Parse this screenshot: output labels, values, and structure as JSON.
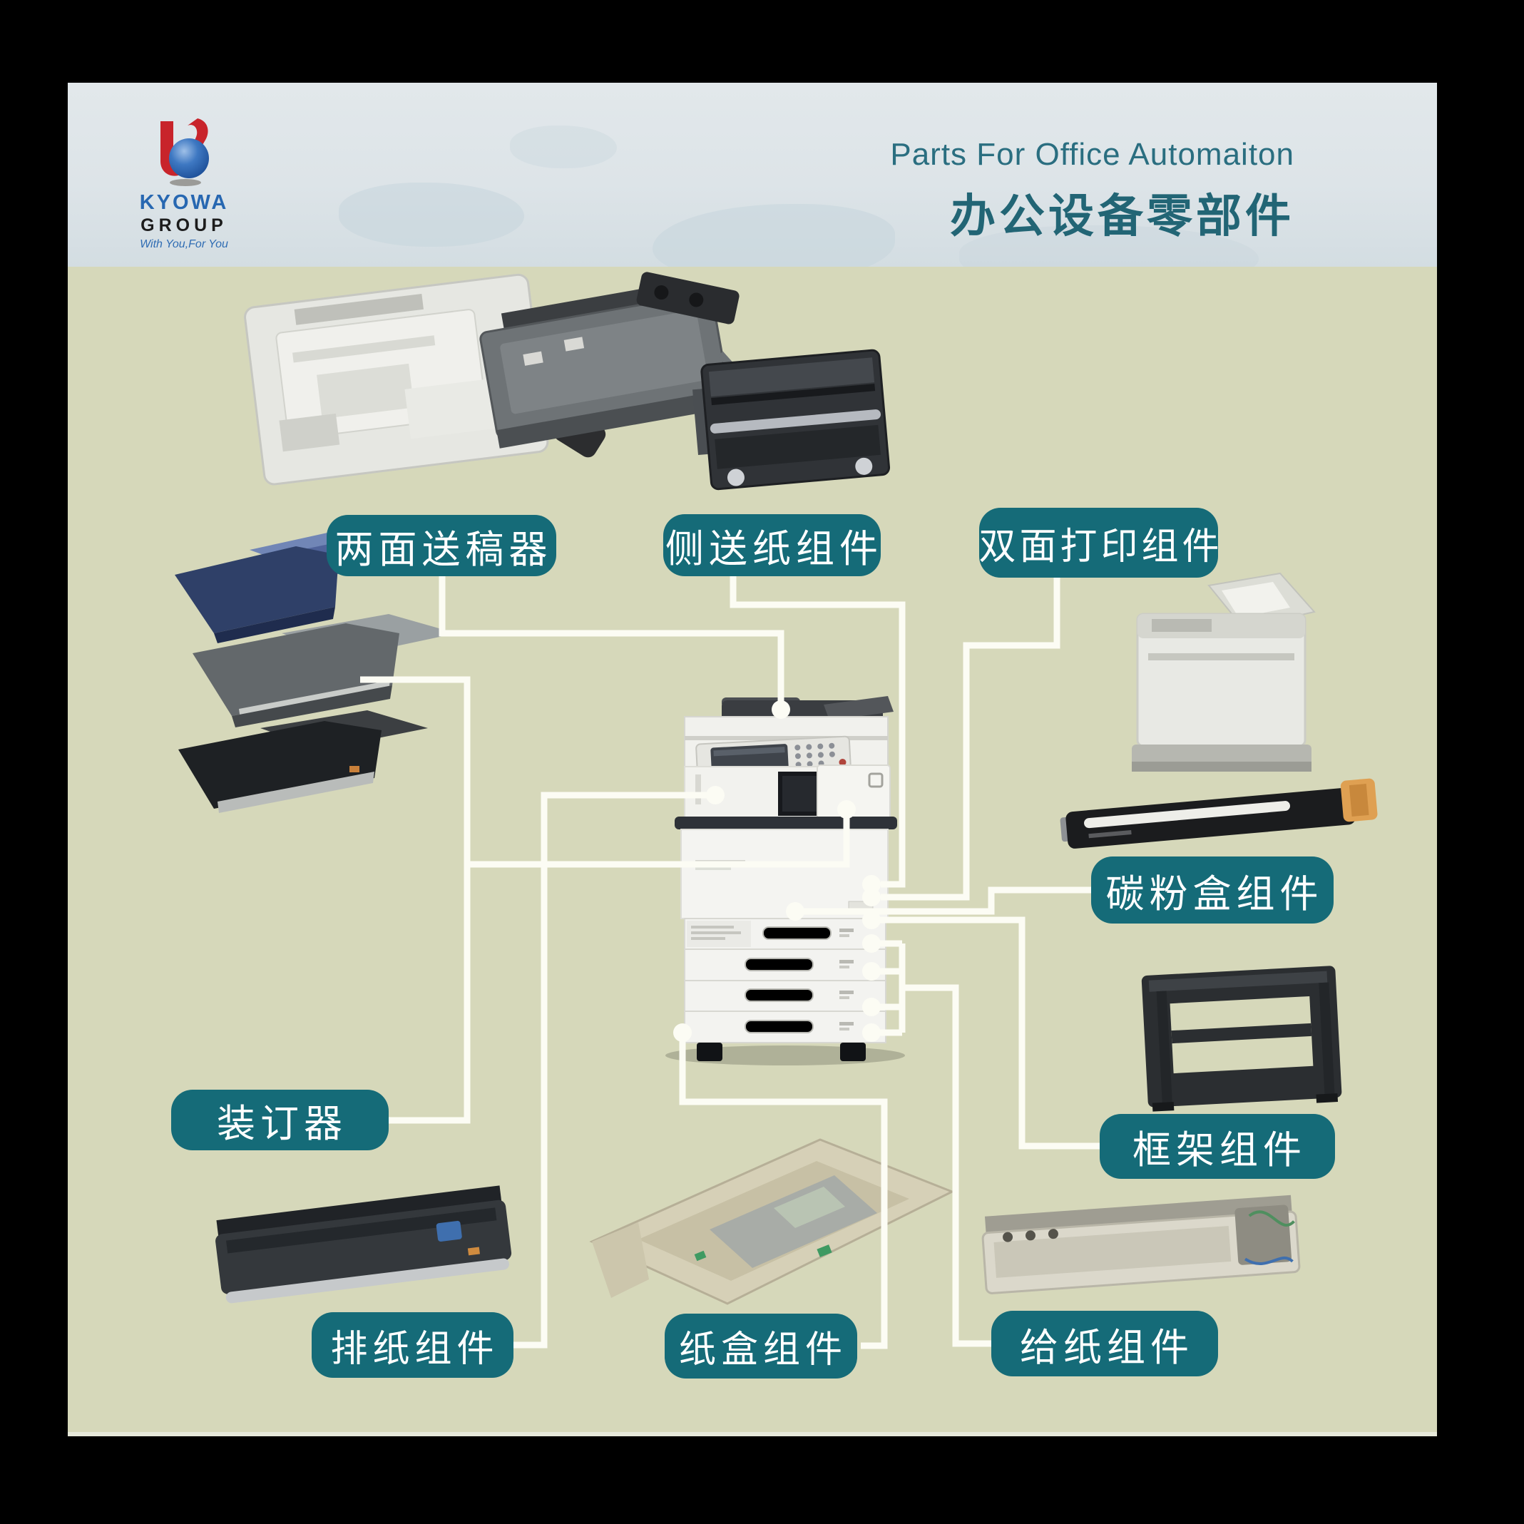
{
  "header": {
    "logo": {
      "kyowa": "KYOWA",
      "group": "GROUP",
      "tagline": "With You,For You"
    },
    "title_en": "Parts For Office Automaiton",
    "title_cn": "办公设备零部件"
  },
  "labels": [
    {
      "id": "duplex-document-feeder",
      "text": "两面送稿器"
    },
    {
      "id": "side-paper-feed-unit",
      "text": "侧送纸组件"
    },
    {
      "id": "duplex-print-unit",
      "text": "双面打印组件"
    },
    {
      "id": "stapler-finisher",
      "text": "装订器"
    },
    {
      "id": "toner-cartridge-unit",
      "text": "碳粉盒组件"
    },
    {
      "id": "frame-assembly",
      "text": "框架组件"
    },
    {
      "id": "paper-exit-unit",
      "text": "排纸组件"
    },
    {
      "id": "paper-cassette-unit",
      "text": "纸盒组件"
    },
    {
      "id": "paper-feed-unit",
      "text": "给纸组件"
    }
  ],
  "colors": {
    "canvas_background": "#d6d8ba",
    "header_background": "#dde4e8",
    "label_background": "#156b78",
    "label_text": "#ffffff",
    "title_teal": "#226575",
    "connector_line": "#fcfcf4",
    "logo_red": "#c8242b",
    "logo_blue": "#2767b1"
  }
}
